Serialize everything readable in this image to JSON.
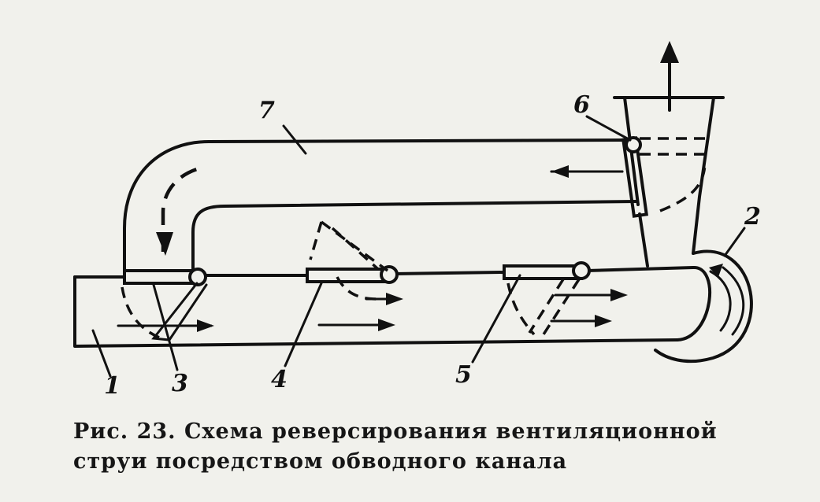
{
  "figure": {
    "caption_line1": "Рис. 23. Схема реверсирования вентиляционной",
    "caption_line2": "струи посредством обводного канала"
  },
  "labels": {
    "l1": "1",
    "l2": "2",
    "l3": "3",
    "l4": "4",
    "l5": "5",
    "l6": "6",
    "l7": "7"
  },
  "colors": {
    "ink": "#111111",
    "paper": "#f1f1ec"
  }
}
